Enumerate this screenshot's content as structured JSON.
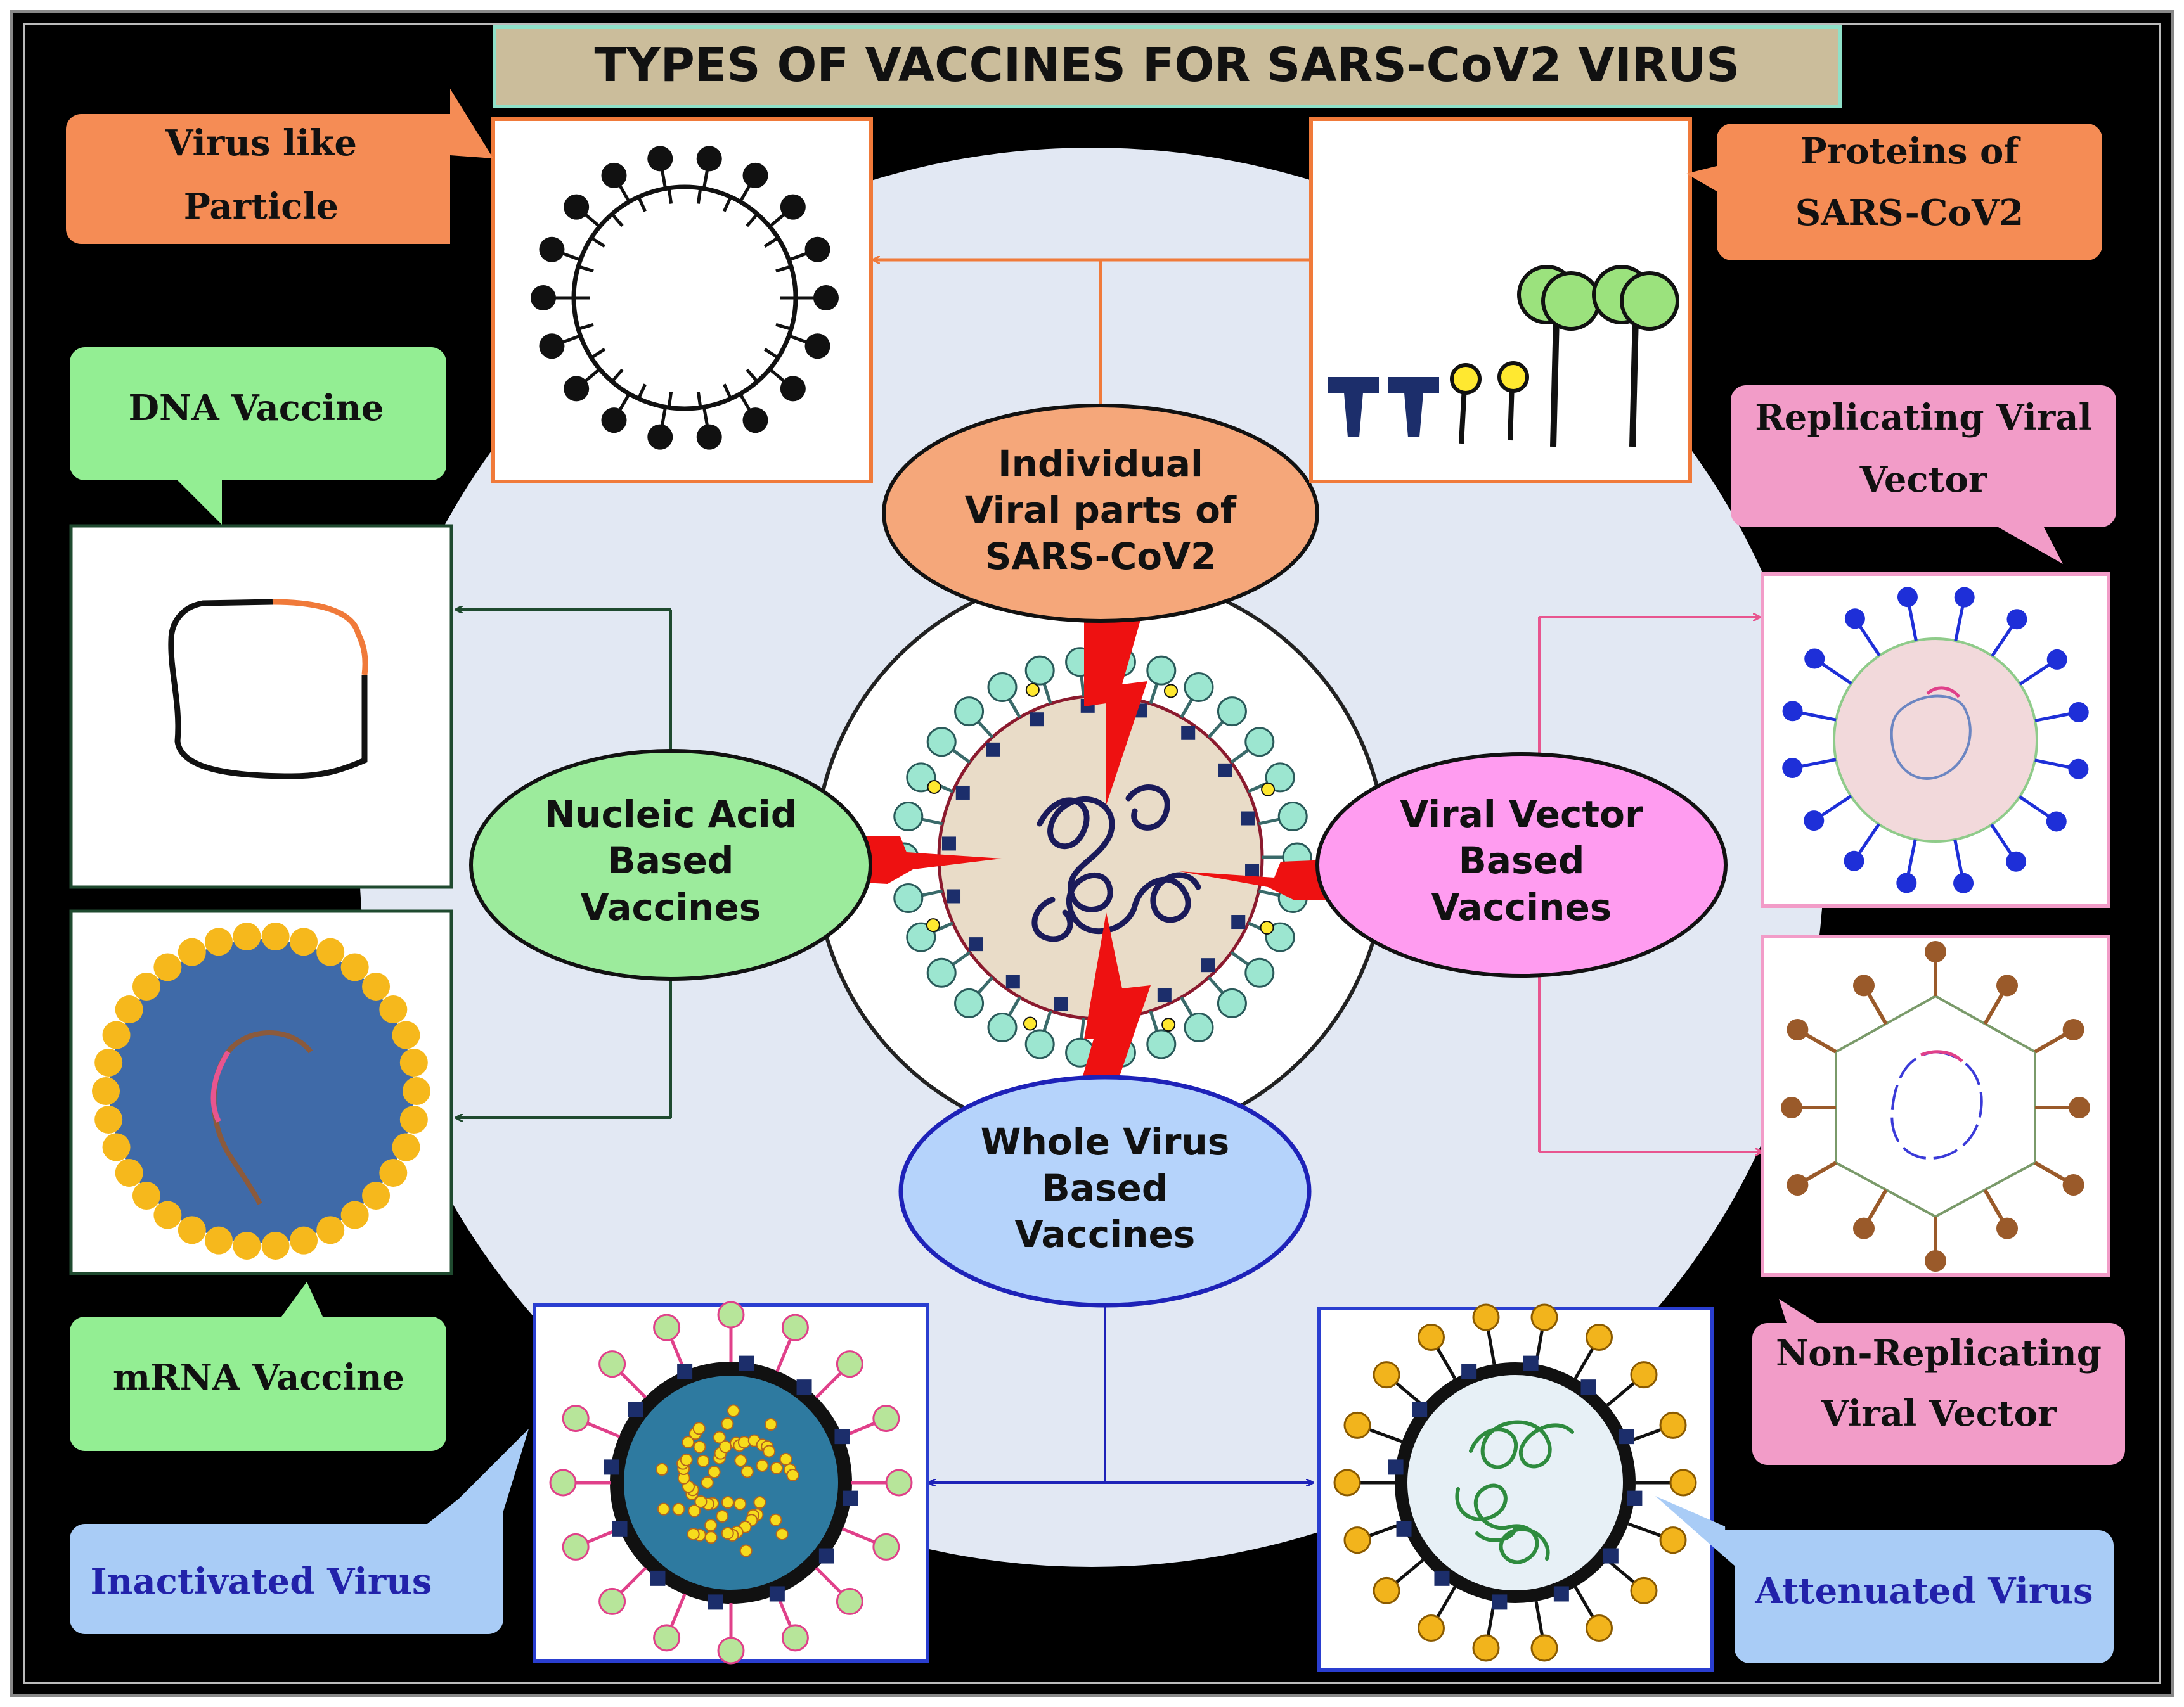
{
  "title": "TYPES OF VACCINES FOR SARS-CoV2 VIRUS",
  "categories": {
    "individual": {
      "lines": [
        "Individual",
        "Viral  parts of",
        "SARS-CoV2"
      ],
      "color": "#F5A77A"
    },
    "nucleic": {
      "lines": [
        "Nucleic Acid",
        "Based",
        "Vaccines"
      ],
      "color": "#9CEB9C"
    },
    "viral_vector": {
      "lines": [
        "Viral Vector",
        "Based",
        "Vaccines"
      ],
      "color": "#FF9CF0"
    },
    "whole": {
      "lines": [
        "Whole Virus",
        "Based",
        "Vaccines"
      ],
      "color": "#B5D3FB"
    }
  },
  "callouts": {
    "vlp": {
      "lines": [
        "Virus like",
        "Particle"
      ],
      "color": "#F58C55"
    },
    "proteins": {
      "lines": [
        "Proteins of",
        "SARS-CoV2"
      ],
      "color": "#F58C55"
    },
    "dna": {
      "lines": [
        "DNA Vaccine"
      ],
      "color": "#93EE93"
    },
    "mrna": {
      "lines": [
        "mRNA Vaccine"
      ],
      "color": "#93EE93"
    },
    "replicating": {
      "lines": [
        "Replicating Viral",
        "Vector"
      ],
      "color": "#F29CC8"
    },
    "non_replicating": {
      "lines": [
        "Non-Replicating",
        "Viral Vector"
      ],
      "color": "#F29CC8"
    },
    "inactivated": {
      "lines": [
        "Inactivated  Virus"
      ],
      "color": "#A9CCF6"
    },
    "attenuated": {
      "lines": [
        "Attenuated  Virus"
      ],
      "color": "#A9CCF6"
    }
  }
}
